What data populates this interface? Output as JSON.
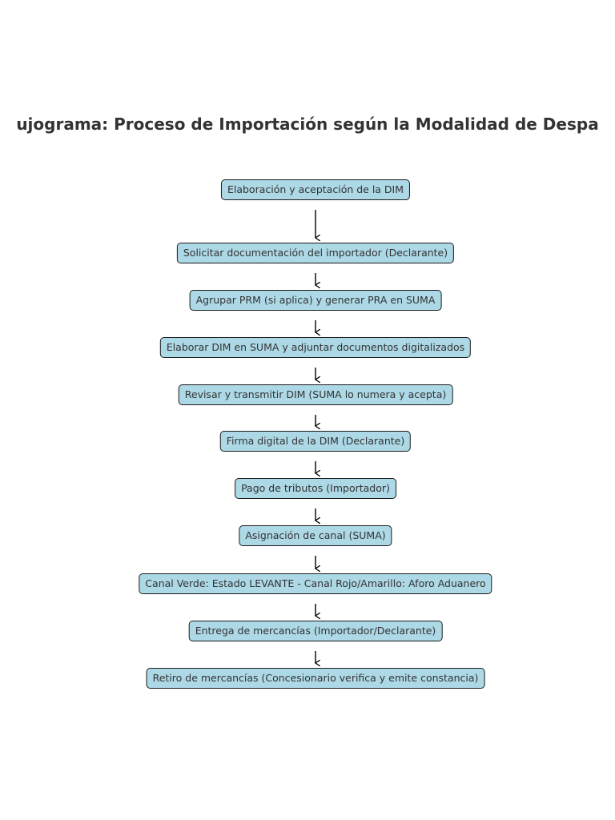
{
  "title": "ujograma: Proceso de Importación según la Modalidad de Despa",
  "colors": {
    "node_fill": "#add8e6",
    "node_border": "#1a1a1a",
    "text": "#333333",
    "arrow": "#000000"
  },
  "steps": [
    {
      "label": "Elaboración y aceptación de la DIM"
    },
    {
      "label": "Solicitar documentación del importador (Declarante)"
    },
    {
      "label": "Agrupar PRM (si aplica) y generar PRA en SUMA"
    },
    {
      "label": "Elaborar DIM en SUMA y adjuntar documentos digitalizados"
    },
    {
      "label": "Revisar y transmitir DIM (SUMA lo numera y acepta)"
    },
    {
      "label": "Firma digital de la DIM (Declarante)"
    },
    {
      "label": "Pago de tributos (Importador)"
    },
    {
      "label": "Asignación de canal (SUMA)"
    },
    {
      "label": "Canal Verde: Estado LEVANTE - Canal Rojo/Amarillo: Aforo Aduanero"
    },
    {
      "label": "Entrega de mercancías (Importador/Declarante)"
    },
    {
      "label": "Retiro de mercancías (Concesionario verifica y emite constancia)"
    }
  ]
}
